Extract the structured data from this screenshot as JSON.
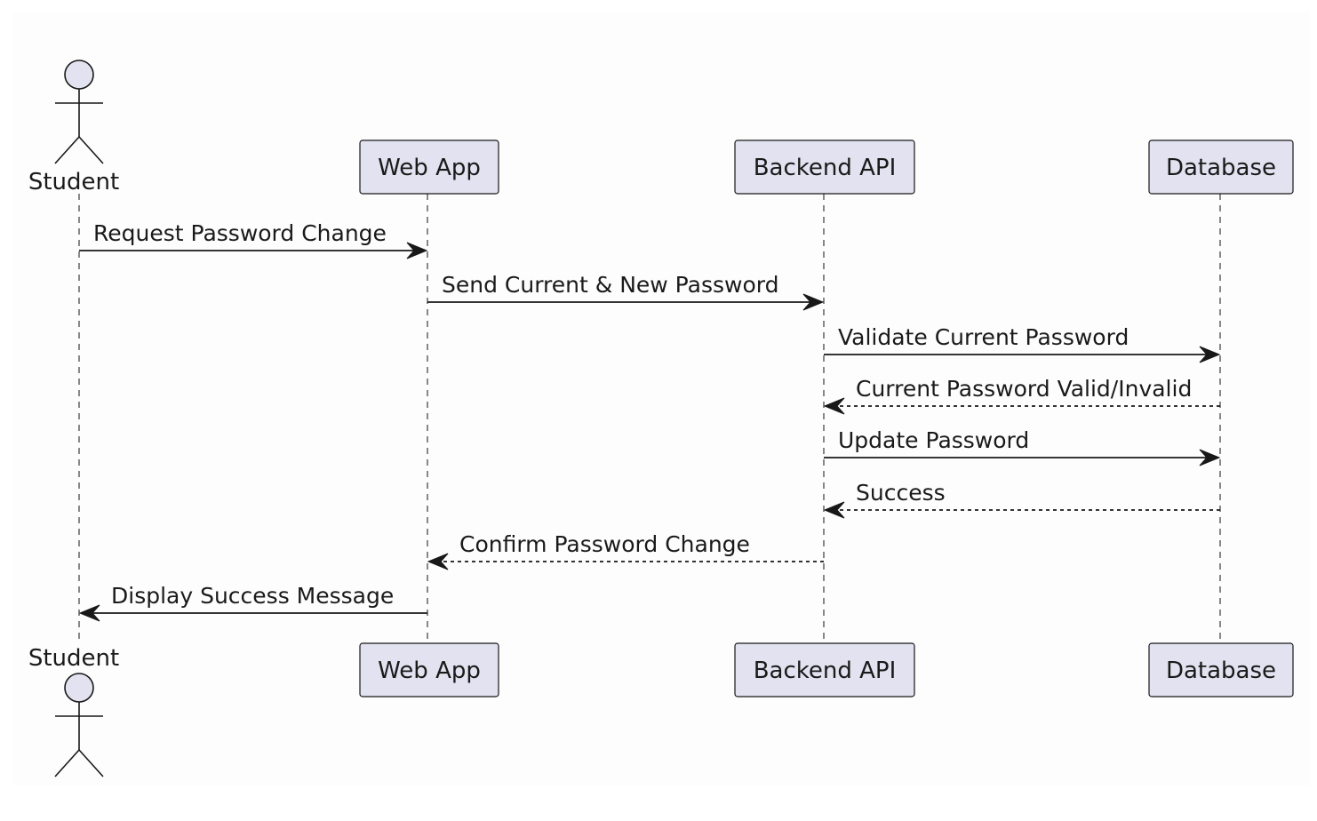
{
  "participants": [
    {
      "id": "student",
      "label": "Student",
      "kind": "actor"
    },
    {
      "id": "webapp",
      "label": "Web App",
      "kind": "box"
    },
    {
      "id": "backend",
      "label": "Backend API",
      "kind": "box"
    },
    {
      "id": "database",
      "label": "Database",
      "kind": "box"
    }
  ],
  "messages": [
    {
      "from": "student",
      "to": "webapp",
      "label": "Request Password Change",
      "style": "solid"
    },
    {
      "from": "webapp",
      "to": "backend",
      "label": "Send Current & New Password",
      "style": "solid"
    },
    {
      "from": "backend",
      "to": "database",
      "label": "Validate Current Password",
      "style": "solid"
    },
    {
      "from": "database",
      "to": "backend",
      "label": "Current Password Valid/Invalid",
      "style": "dashed"
    },
    {
      "from": "backend",
      "to": "database",
      "label": "Update Password",
      "style": "solid"
    },
    {
      "from": "database",
      "to": "backend",
      "label": "Success",
      "style": "dashed"
    },
    {
      "from": "backend",
      "to": "webapp",
      "label": "Confirm Password Change",
      "style": "dashed"
    },
    {
      "from": "webapp",
      "to": "student",
      "label": "Display Success Message",
      "style": "solid"
    }
  ],
  "colors": {
    "participant_fill": "#e2e2f0",
    "participant_stroke": "#181818",
    "lifeline": "#555555",
    "arrow": "#181818"
  }
}
